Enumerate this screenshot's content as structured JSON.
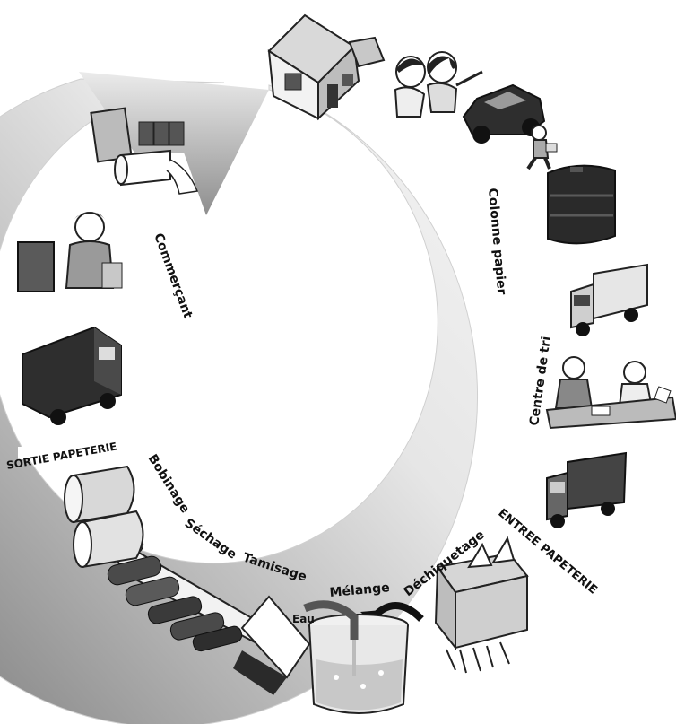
{
  "labels": {
    "commercant": "Commerçant",
    "colonne_papier": "Colonne papier",
    "centre_de_tri": "Centre de tri",
    "entree_papeterie": "ENTREE PAPETERIE",
    "dechiquetage": "Déchiquetage",
    "melange": "Mélange",
    "eau": "Eau",
    "tamisage": "Tamisage",
    "sechage": "Séchage",
    "bobinage": "Bobinage",
    "sortie_papeterie": "SORTIE PAPETERIE"
  },
  "colors": {
    "ring_light": "#f4f4f4",
    "ring_dark": "#7d7d7d",
    "ink": "#111111",
    "truck": "#3a3a3a"
  },
  "icons": [
    "house-icon",
    "couple-icon",
    "car-icon",
    "walking-person-icon",
    "paper-column-bin-icon",
    "truck-icon",
    "sorting-workers-icon",
    "truck-icon",
    "shredder-icon",
    "mixing-tank-icon",
    "water-tap-icon",
    "paper-machine-rollers-icon",
    "paper-roll-icon",
    "delivery-truck-icon",
    "shopkeeper-icon",
    "paper-products-icon"
  ]
}
